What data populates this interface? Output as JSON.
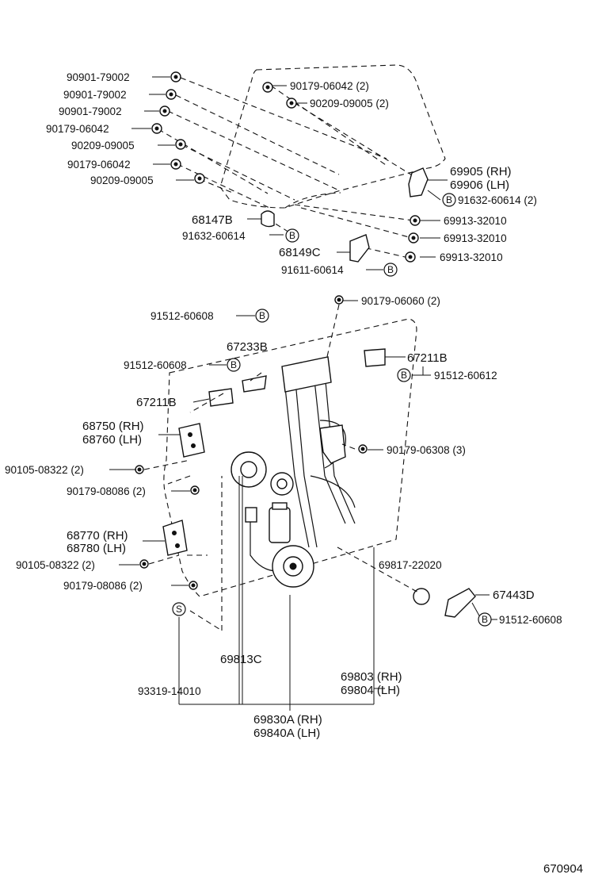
{
  "labels": {
    "p90901_79002_a": "90901-79002",
    "p90901_79002_b": "90901-79002",
    "p90901_79002_c": "90901-79002",
    "p90179_06042_a": "90179-06042",
    "p90209_09005_a": "90209-09005",
    "p90179_06042_b": "90179-06042",
    "p90209_09005_b": "90209-09005",
    "p90179_06042_top": "90179-06042 (2)",
    "p90209_09005_top": "90209-09005 (2)",
    "p69905_rh": "69905 (RH)",
    "p69906_lh": "69906 (LH)",
    "p91632_60614_2": "91632-60614 (2)",
    "p68147b": "68147B",
    "p91632_60614": "91632-60614",
    "p69913_32010_a": "69913-32010",
    "p69913_32010_b": "69913-32010",
    "p69913_32010_c": "69913-32010",
    "p68149c": "68149C",
    "p91611_60614": "91611-60614",
    "p90179_06060": "90179-06060 (2)",
    "p91512_60608_a": "91512-60608",
    "p67233b": "67233B",
    "p91512_60608_b": "91512-60608",
    "p67211b_right": "67211B",
    "p91512_60612": "91512-60612",
    "p67211b_left": "67211B",
    "p68750_rh": "68750 (RH)",
    "p68760_lh": "68760 (LH)",
    "p90179_06308": "90179-06308 (3)",
    "p90105_08322_a": "90105-08322 (2)",
    "p90179_08086_a": "90179-08086 (2)",
    "p68770_rh": "68770 (RH)",
    "p68780_lh": "68780 (LH)",
    "p69817_22020": "69817-22020",
    "p90105_08322_b": "90105-08322 (2)",
    "p67443d": "67443D",
    "p90179_08086_b": "90179-08086 (2)",
    "p91512_60608_c": "91512-60608",
    "p69813c": "69813C",
    "p69803_rh": "69803 (RH)",
    "p69804_lh": "69804 (LH)",
    "p93319_14010": "93319-14010",
    "p69830a_rh": "69830A (RH)",
    "p69840a_lh": "69840A (LH)"
  },
  "markers": {
    "b": "B",
    "s": "S"
  },
  "diagram_code": "670904"
}
